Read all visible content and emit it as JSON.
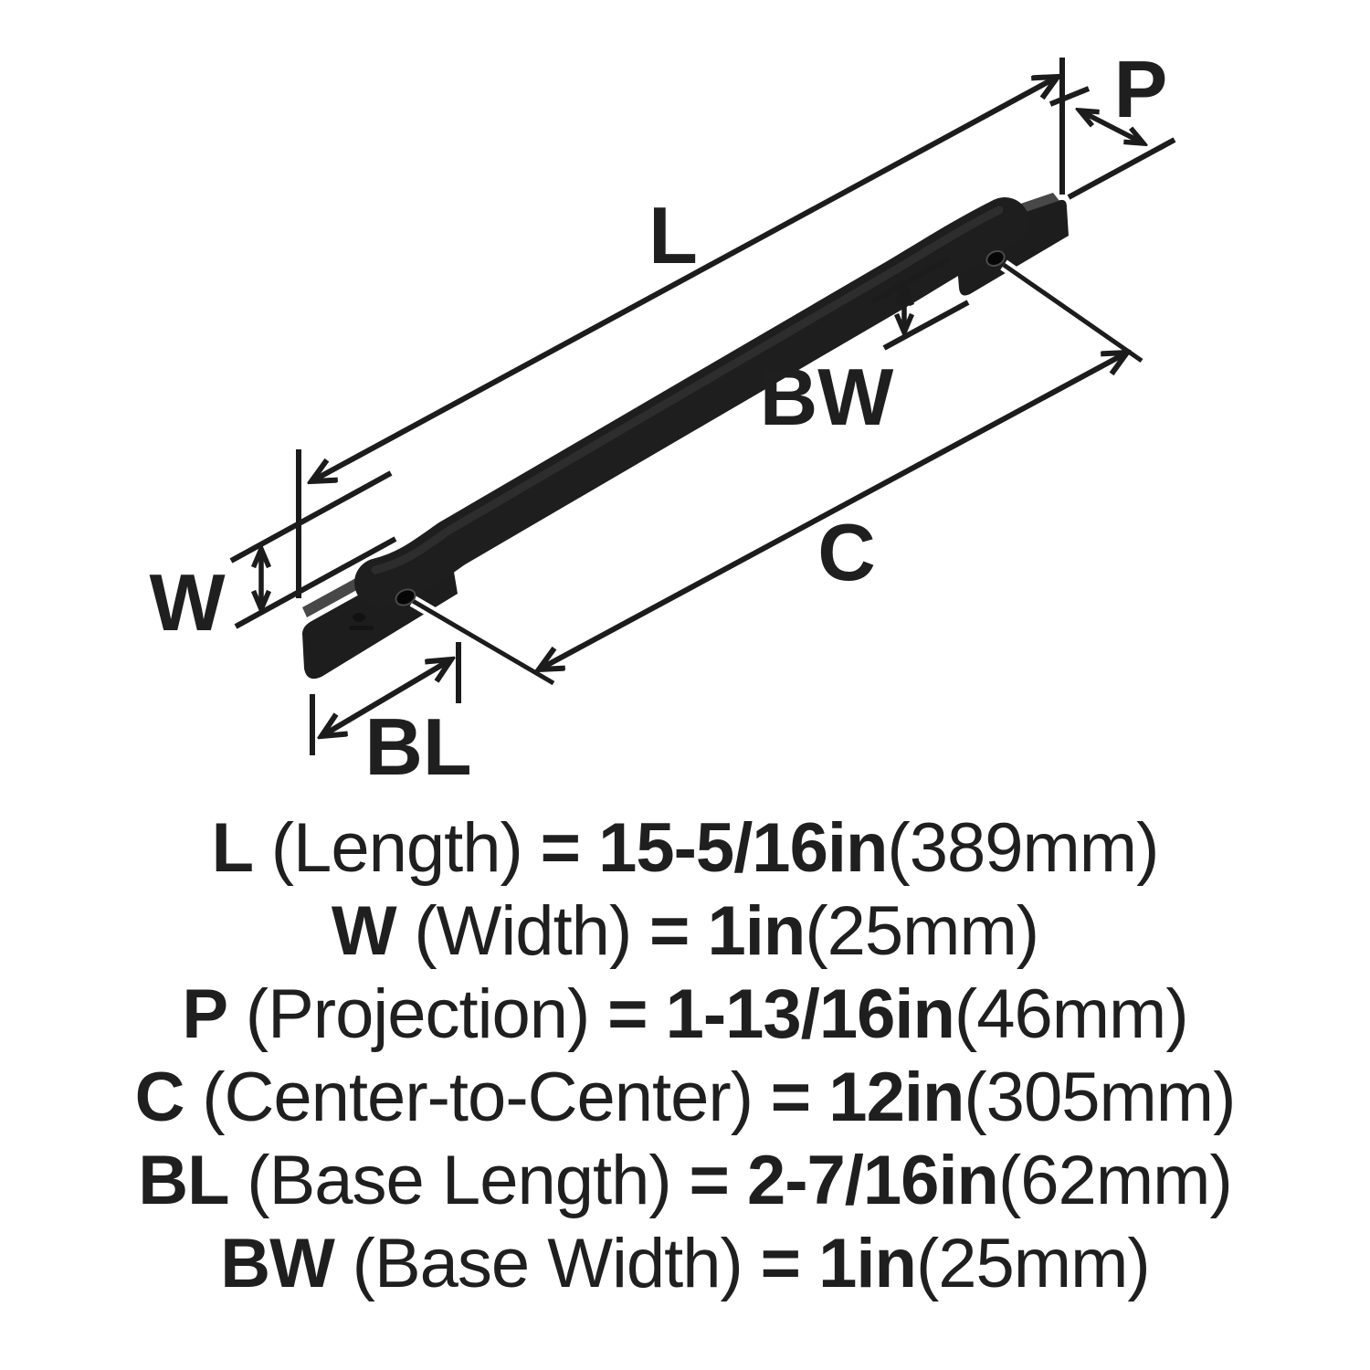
{
  "diagram": {
    "labels": {
      "length": "L",
      "width": "W",
      "projection": "P",
      "base_width": "BW",
      "center_to_center": "C",
      "base_length": "BL"
    }
  },
  "specs": [
    {
      "symbol": "L",
      "name": "(Length)",
      "value": "= 15-5/16in",
      "metric": "(389mm)"
    },
    {
      "symbol": "W",
      "name": "(Width)",
      "value": "= 1in",
      "metric": "(25mm)"
    },
    {
      "symbol": "P",
      "name": "(Projection)",
      "value": "= 1-13/16in",
      "metric": "(46mm)"
    },
    {
      "symbol": "C",
      "name": "(Center-to-Center)",
      "value": "= 12in",
      "metric": "(305mm)"
    },
    {
      "symbol": "BL",
      "name": "(Base Length)",
      "value": "= 2-7/16in",
      "metric": "(62mm)"
    },
    {
      "symbol": "BW",
      "name": "(Base Width)",
      "value": "= 1in",
      "metric": "(25mm)"
    }
  ],
  "colors": {
    "background": "#ffffff",
    "line": "#1c1c1c",
    "text": "#1f1f1f",
    "handle": "#1e1e1e"
  }
}
